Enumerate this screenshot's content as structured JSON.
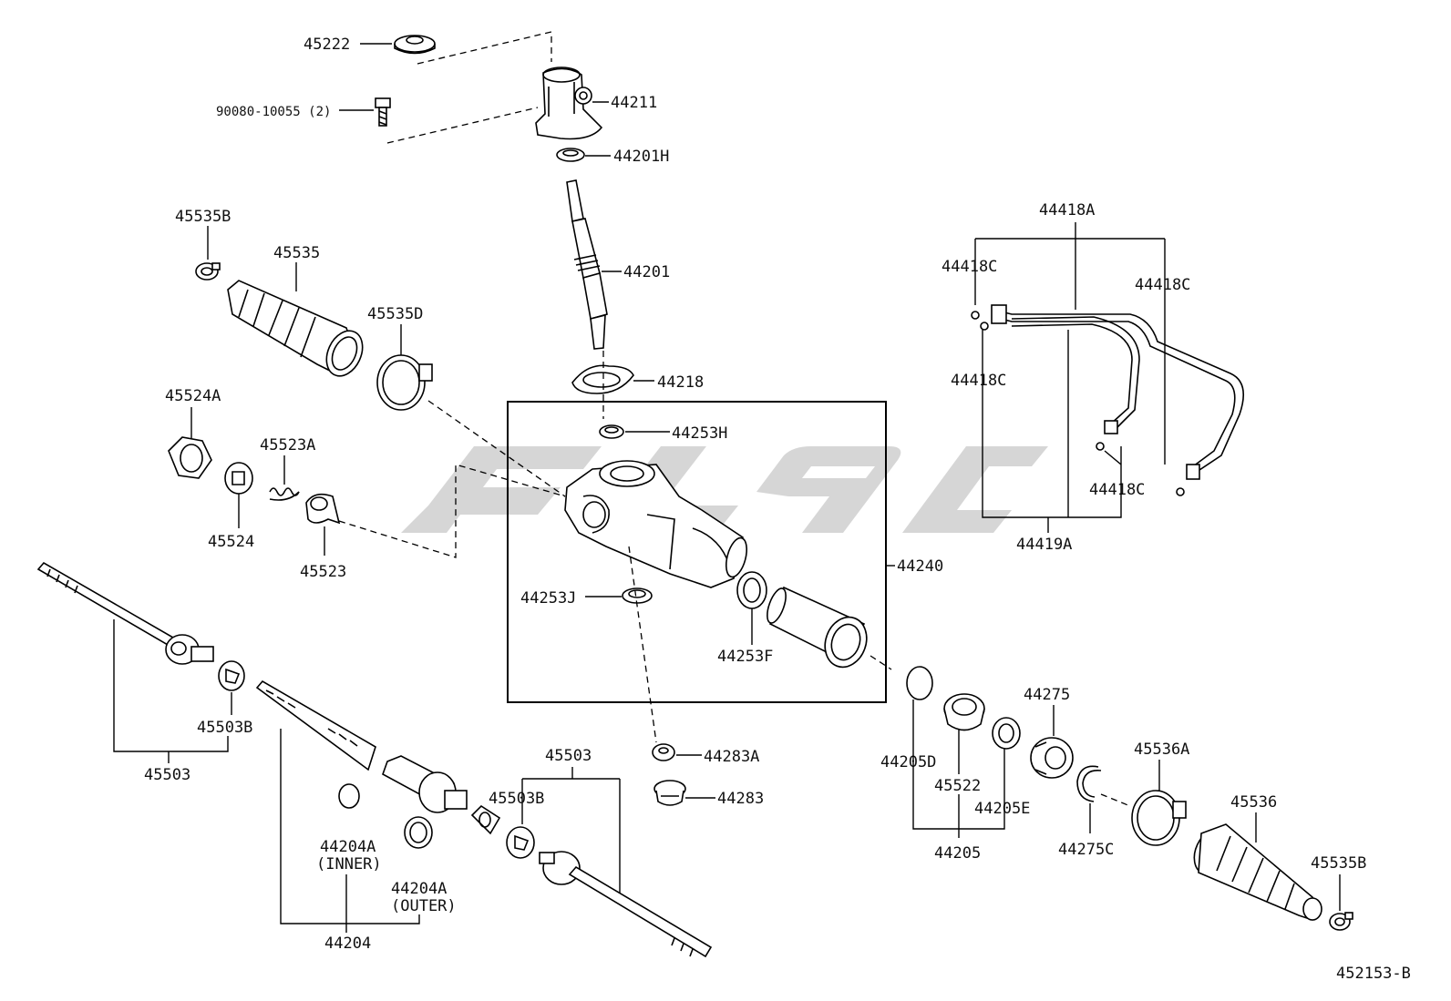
{
  "drawing_id": "452153-B",
  "watermark": {
    "icon": "brand-logo-watermark"
  },
  "labels": {
    "l45222": "45222",
    "l90080": "90080-10055 (2)",
    "l44211": "44211",
    "l44201H": "44201H",
    "l44201": "44201",
    "l44218": "44218",
    "l45535B_top": "45535B",
    "l45535": "45535",
    "l45535D": "45535D",
    "l45524A": "45524A",
    "l45523A": "45523A",
    "l45524": "45524",
    "l45523": "45523",
    "l44253H": "44253H",
    "l44253J": "44253J",
    "l44253F": "44253F",
    "l44240": "44240",
    "l44418A": "44418A",
    "l44418C_1": "44418C",
    "l44418C_2": "44418C",
    "l44418C_3": "44418C",
    "l44418C_4": "44418C",
    "l44419A": "44419A",
    "l45503B_left": "45503B",
    "l45503_left": "45503",
    "l45503_right": "45503",
    "l45503B_right": "45503B",
    "l44204A_inner": "44204A",
    "l44204A_inner_note": "(INNER)",
    "l44204A_outer": "44204A",
    "l44204A_outer_note": "(OUTER)",
    "l44204": "44204",
    "l44283A": "44283A",
    "l44283": "44283",
    "l44275": "44275",
    "l44205D": "44205D",
    "l45522": "45522",
    "l44205E": "44205E",
    "l44205": "44205",
    "l44275C": "44275C",
    "l45536A": "45536A",
    "l45536": "45536",
    "l45535B_bottom": "45535B"
  }
}
